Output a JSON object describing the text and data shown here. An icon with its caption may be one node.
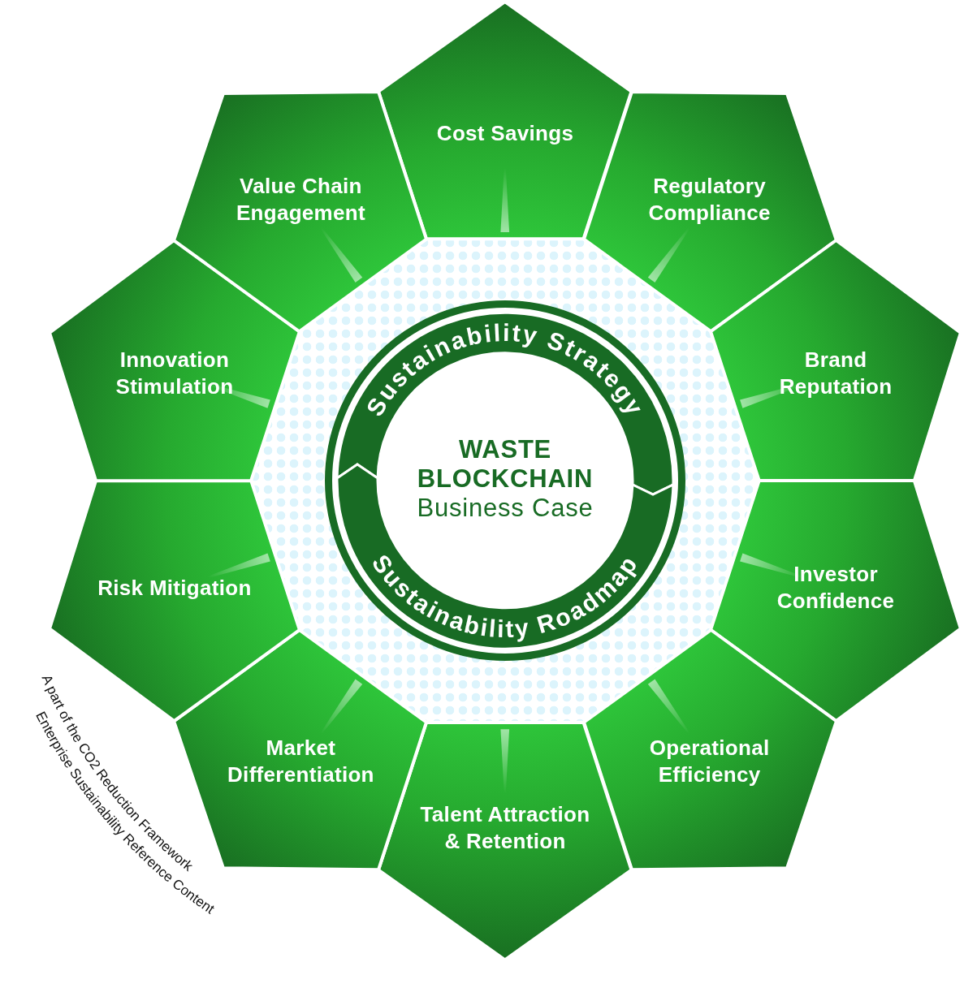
{
  "diagram": {
    "nodes": [
      {
        "text": [
          "Cost Savings"
        ]
      },
      {
        "text": [
          "Regulatory Compliance"
        ]
      },
      {
        "text": [
          "Brand Reputation"
        ]
      },
      {
        "text": [
          "Investor Confidence"
        ]
      },
      {
        "text": [
          "Operational Efficiency"
        ]
      },
      {
        "text": [
          "Talent Attraction & Retention"
        ]
      },
      {
        "text": [
          "Market Differentiation"
        ]
      },
      {
        "text": [
          "Risk Mitigation"
        ]
      },
      {
        "text": [
          "Innovation Stimulation"
        ]
      },
      {
        "text": [
          "Value Chain Engagement"
        ]
      },
      {
        "text": [
          "Sustainability Strategy"
        ]
      },
      {
        "text": [
          "Sustainability Roadmap"
        ]
      },
      {
        "text": [
          "WASTE BLOCKCHAIN",
          "Business Case"
        ]
      }
    ],
    "labels": [
      "A part of the CO2 Reduction Framework",
      "Enterprise Sustainability Reference Content"
    ]
  }
}
